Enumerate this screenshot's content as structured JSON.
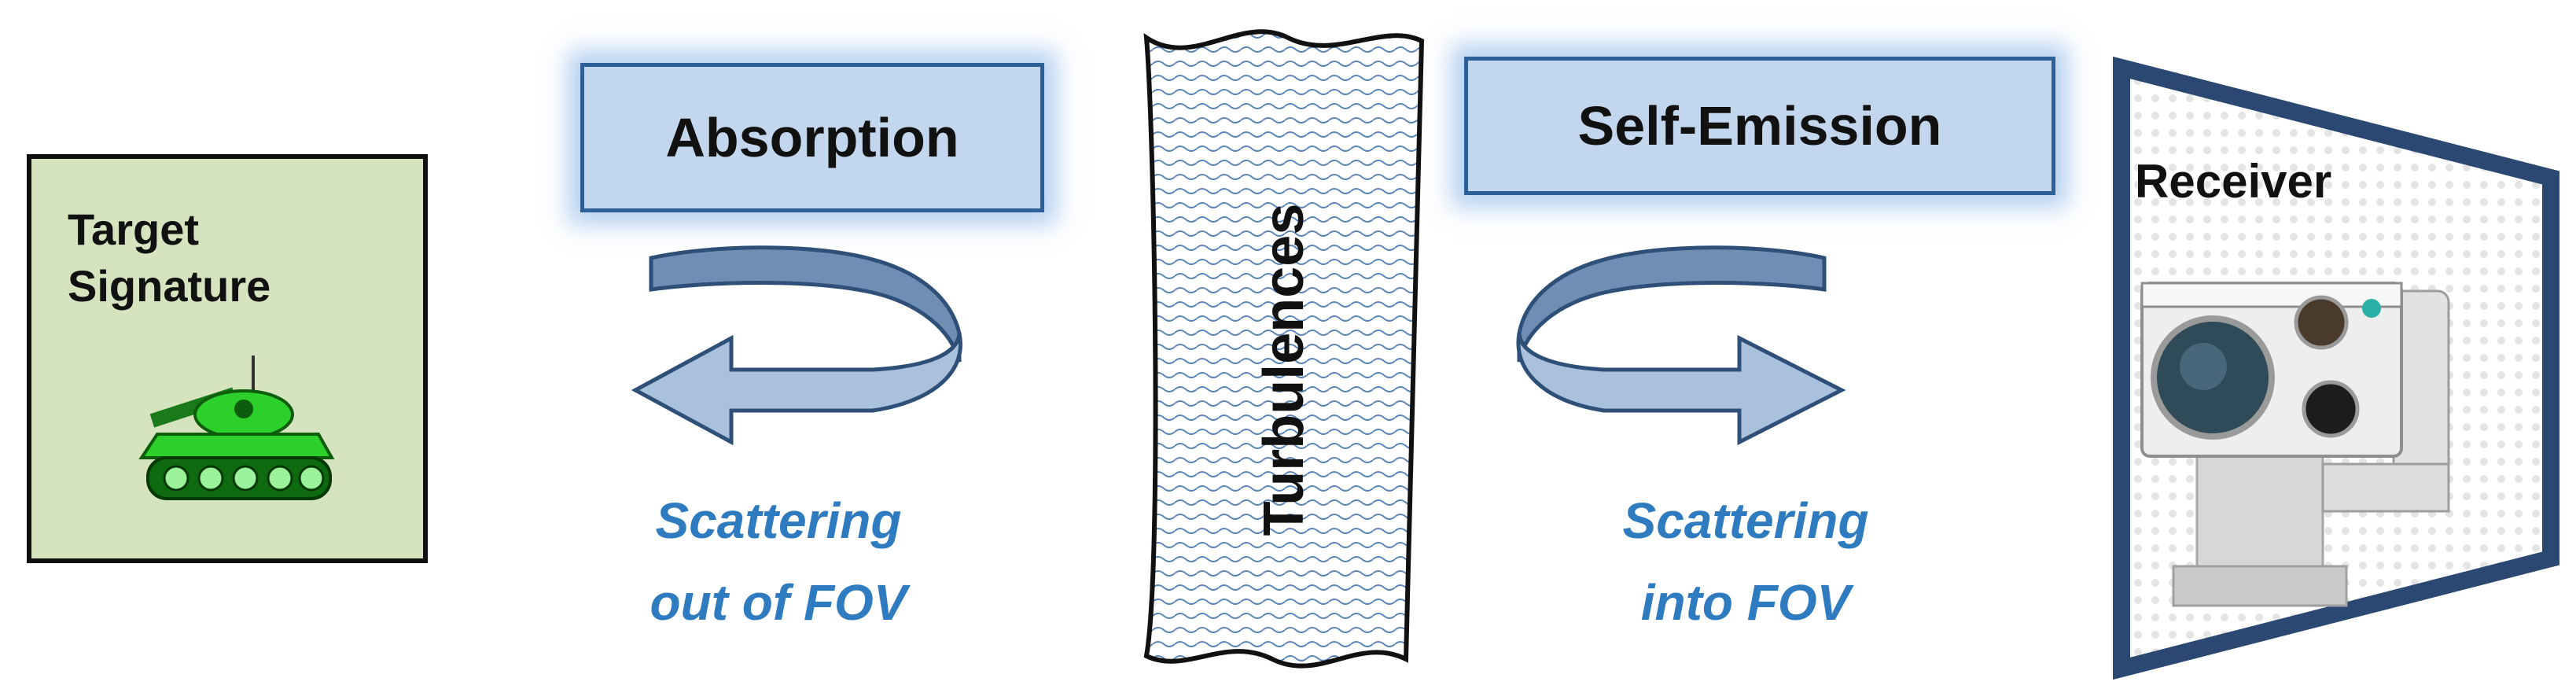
{
  "target": {
    "title_line1": "Target",
    "title_line2": "Signature",
    "icon": "tank-icon"
  },
  "processes": {
    "absorption": "Absorption",
    "self_emission": "Self-Emission",
    "turbulences": "Turbulences"
  },
  "scattering": {
    "out_line1": "Scattering",
    "out_line2": "out of FOV",
    "in_line1": "Scattering",
    "in_line2": "into FOV"
  },
  "receiver": {
    "label": "Receiver",
    "icon": "thermal-camera-icon"
  },
  "colors": {
    "target_fill": "#d6e3bf",
    "process_fill": "#c2d6ee",
    "process_border": "#2e6098",
    "scatter_text": "#2f7bc0",
    "arrow_fill": "#9fb8d4",
    "tank_green": "#22cc22"
  }
}
